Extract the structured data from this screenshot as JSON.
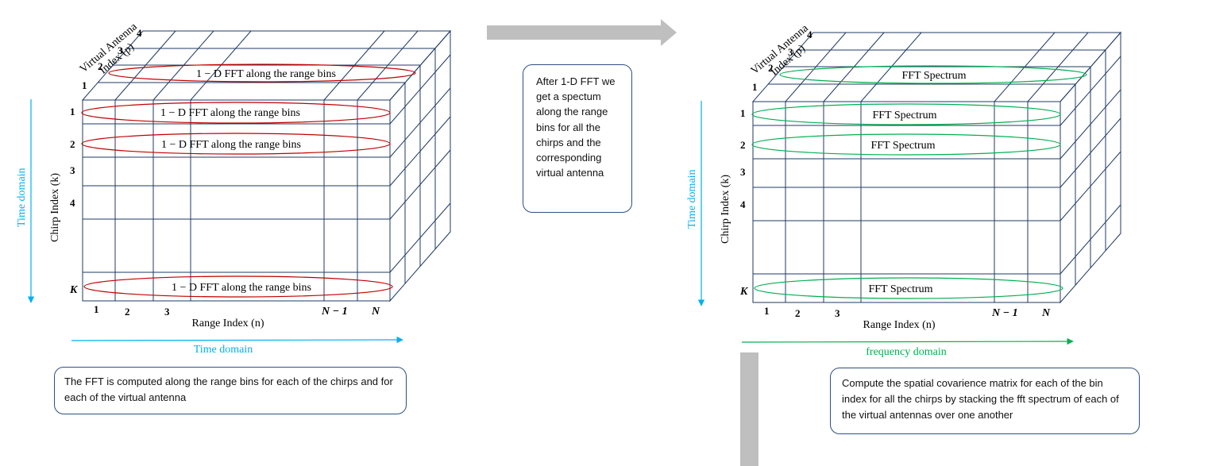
{
  "colors": {
    "grid": "#1f3864",
    "arrow_blue": "#00b0f0",
    "arrow_green": "#00b050",
    "ellipse_red": "#c00000",
    "ellipse_green": "#00b050",
    "gray_arrow": "#bfbfbf"
  },
  "left_cube": {
    "antenna_axis_label_line1": "Virtual Antenna",
    "antenna_axis_label_line2": "Index (p)",
    "antenna_ticks": [
      "1",
      "2",
      "3",
      "4"
    ],
    "chirp_axis_label": "Chirp Index (k)",
    "chirp_ticks": [
      "1",
      "2",
      "3",
      "4",
      "K"
    ],
    "range_axis_label": "Range Index (n)",
    "range_ticks": [
      "1",
      "2",
      "3",
      "N − 1",
      "N"
    ],
    "vertical_arrow_label": "Time domain",
    "horizontal_arrow_label": "Time domain",
    "ellipse_labels": [
      "1 − D FFT along the range bins",
      "1 − D FFT along the range bins",
      "1 − D FFT along the range bins",
      "1 − D FFT along the range bins"
    ]
  },
  "right_cube": {
    "antenna_axis_label_line1": "Virtual Antenna",
    "antenna_axis_label_line2": "Index (p)",
    "antenna_ticks": [
      "1",
      "2",
      "3",
      "4"
    ],
    "chirp_axis_label": "Chirp Index (k)",
    "chirp_ticks": [
      "1",
      "2",
      "3",
      "4",
      "K"
    ],
    "range_axis_label": "Range Index (n)",
    "range_ticks": [
      "1",
      "2",
      "3",
      "N − 1",
      "N"
    ],
    "vertical_arrow_label": "Time domain",
    "horizontal_arrow_label": "frequency domain",
    "ellipse_labels": [
      "FFT Spectrum",
      "FFT Spectrum",
      "FFT Spectrum",
      "FFT Spectrum"
    ]
  },
  "notes": {
    "left": "The FFT is computed along the range bins for each of the chirps and for each of the virtual antenna",
    "middle": "After 1-D FFT we get a spectum along the range bins for all the chirps and the corresponding virtual antenna",
    "right": "Compute the spatial covarience matrix for each of the bin index for all the chirps by stacking the fft spectrum of each of the virtual antennas over one another"
  }
}
